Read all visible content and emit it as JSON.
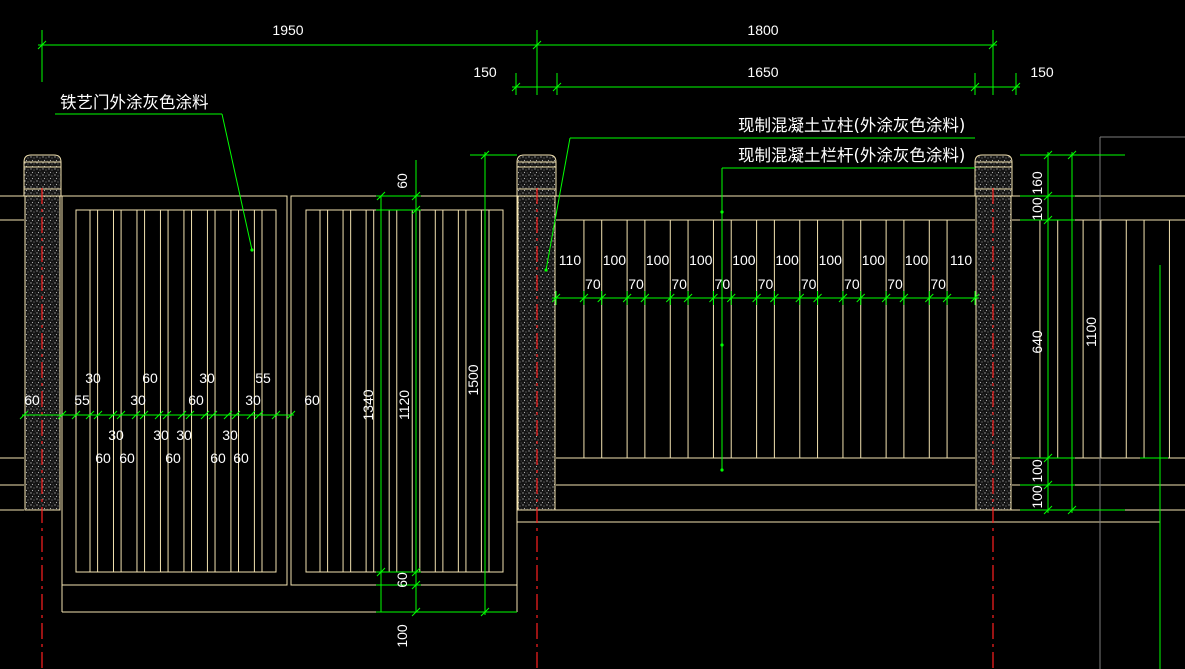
{
  "colors": {
    "background": "#000000",
    "dimension": "#00ff00",
    "text": "#ffffff",
    "outline": "#f2e2b0",
    "centerline": "#ff2020",
    "concrete_hatch": "#a0a0a0"
  },
  "notes": {
    "gate": "铁艺门外涂灰色涂料",
    "post": "现制混凝土立柱(外涂灰色涂料)",
    "rail": "现制混凝土栏杆(外涂灰色涂料)"
  },
  "overall_dims": {
    "gate_bay": "1950",
    "rail_bay": "1800",
    "post_half_left": "150",
    "rail_clear": "1650",
    "post_half_right": "150"
  },
  "rail_dims": {
    "gaps": [
      "110",
      "100",
      "100",
      "100",
      "100",
      "100",
      "100",
      "100",
      "100",
      "110"
    ],
    "balusters": [
      "70",
      "70",
      "70",
      "70",
      "70",
      "70",
      "70",
      "70",
      "70"
    ]
  },
  "rail_heights": {
    "cap": "160",
    "top_rail": "100",
    "baluster": "640",
    "bottom_rail": "100",
    "base": "100",
    "total": "1100"
  },
  "gate_heights": {
    "top_frame": "60",
    "inner": "1340",
    "bars": "1120",
    "overall": "1500",
    "bottom_frame": "60",
    "clearance": "100"
  },
  "gate_width_dims": {
    "upper": [
      "30",
      "60",
      "30",
      "55"
    ],
    "middle": [
      "60",
      "55",
      "30",
      "60",
      "30",
      "60"
    ],
    "lower_a": [
      "30",
      "30",
      "30",
      "30"
    ],
    "lower_b": [
      "60",
      "60",
      "60",
      "60",
      "60"
    ]
  }
}
